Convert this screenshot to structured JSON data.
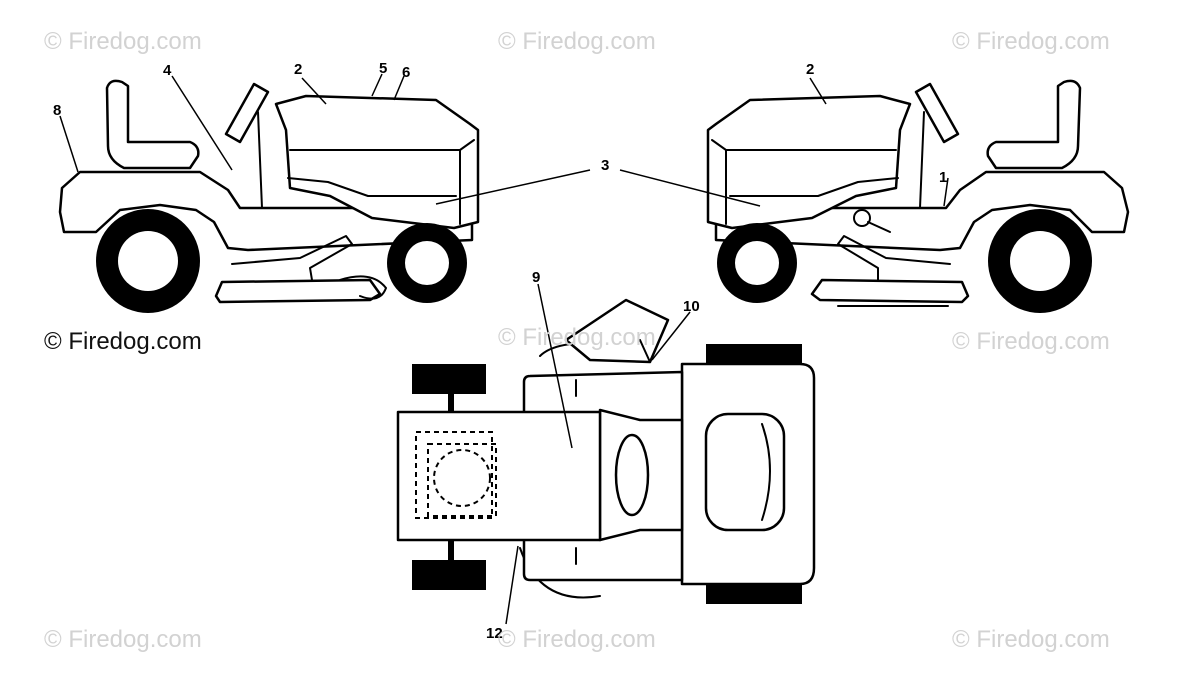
{
  "watermarks": {
    "tl": "© Firedog.com",
    "tc": "© Firedog.com",
    "tr": "© Firedog.com",
    "ml": "© Firedog.com",
    "mc": "© Firedog.com",
    "mr": "© Firedog.com",
    "bl": "© Firedog.com",
    "bc": "© Firedog.com",
    "br": "© Firedog.com"
  },
  "callouts": {
    "c1": "1",
    "c2_left": "2",
    "c2_right": "2",
    "c3": "3",
    "c4": "4",
    "c5": "5",
    "c6": "6",
    "c8": "8",
    "c9": "9",
    "c10": "10",
    "c12": "12"
  }
}
